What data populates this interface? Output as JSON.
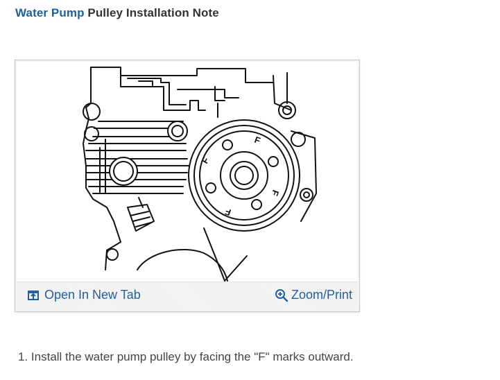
{
  "page": {
    "title_link": "Water Pump",
    "title_rest": "Pulley Installation Note"
  },
  "figure": {
    "marks": [
      "F",
      "F",
      "F",
      "F"
    ],
    "open_new_tab_label": "Open In New Tab",
    "zoom_print_label": "Zoom/Print"
  },
  "steps": [
    {
      "number": "1.",
      "text": "Install the water pump pulley by facing the \"F\" marks outward."
    }
  ],
  "colors": {
    "link": "#1f5f9e",
    "text": "#333333"
  }
}
